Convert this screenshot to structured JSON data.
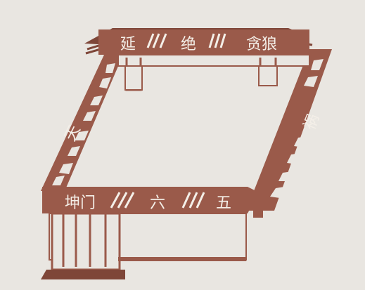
{
  "diagram": {
    "top_beam": {
      "labels": [
        "延",
        "绝",
        "贪狼"
      ]
    },
    "left_post": {
      "label": "天"
    },
    "right_post": {
      "label": "祸"
    },
    "bottom_beam": {
      "labels": [
        "坤门",
        "六",
        "五"
      ]
    },
    "colors": {
      "paper": "#e9e6e1",
      "ink": "#9a5a4a",
      "ink_dark": "#7e4638",
      "label_text": "#f4efe8"
    },
    "icons": [
      "stone-pattern",
      "slash-ornament"
    ]
  }
}
